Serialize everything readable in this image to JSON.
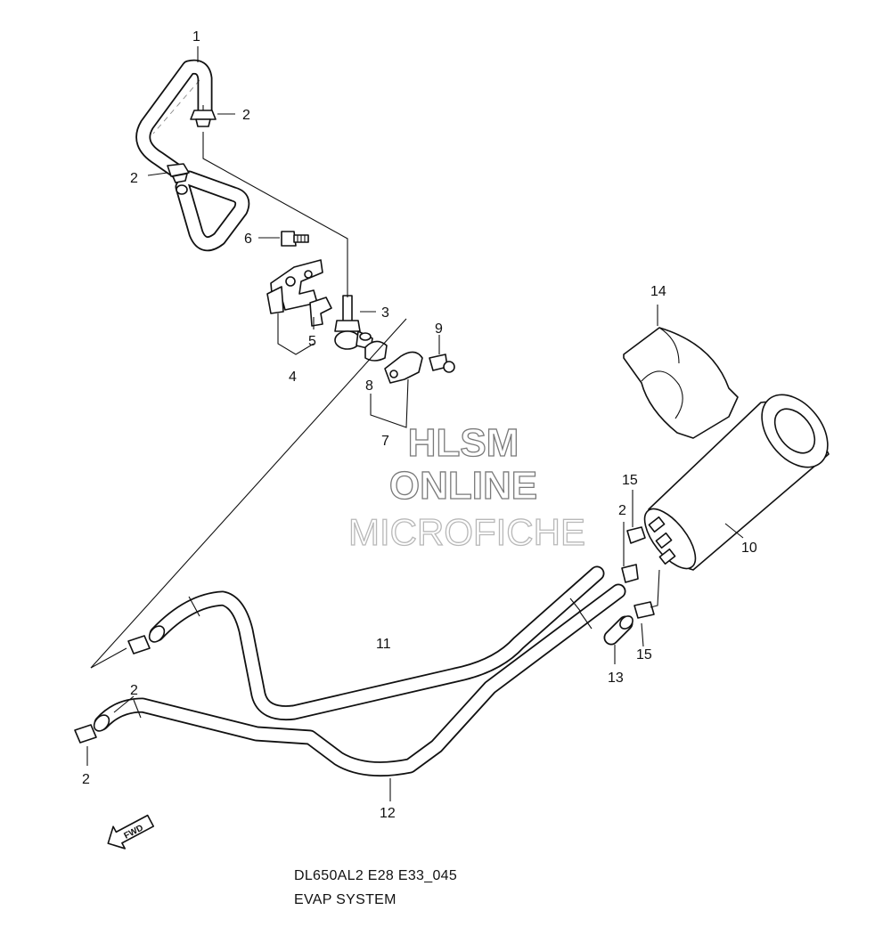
{
  "callouts": [
    {
      "id": "c1",
      "text": "1"
    },
    {
      "id": "c2a",
      "text": "2"
    },
    {
      "id": "c2b",
      "text": "2"
    },
    {
      "id": "c6",
      "text": "6"
    },
    {
      "id": "c3",
      "text": "3"
    },
    {
      "id": "c5",
      "text": "5"
    },
    {
      "id": "c4",
      "text": "4"
    },
    {
      "id": "c9",
      "text": "9"
    },
    {
      "id": "c8",
      "text": "8"
    },
    {
      "id": "c7",
      "text": "7"
    },
    {
      "id": "c14",
      "text": "14"
    },
    {
      "id": "c15a",
      "text": "15"
    },
    {
      "id": "c2c",
      "text": "2"
    },
    {
      "id": "c10",
      "text": "10"
    },
    {
      "id": "c11",
      "text": "11"
    },
    {
      "id": "c2d",
      "text": "2"
    },
    {
      "id": "c2e",
      "text": "2"
    },
    {
      "id": "c13",
      "text": "13"
    },
    {
      "id": "c15b",
      "text": "15"
    },
    {
      "id": "c12",
      "text": "12"
    }
  ],
  "watermark": {
    "line1": "HLSM",
    "line2": "ONLINE",
    "line3": "MICROFICHE"
  },
  "fwd_label": "FWD",
  "caption": {
    "code": "DL650AL2 E28 E33_045",
    "title": "EVAP SYSTEM"
  }
}
